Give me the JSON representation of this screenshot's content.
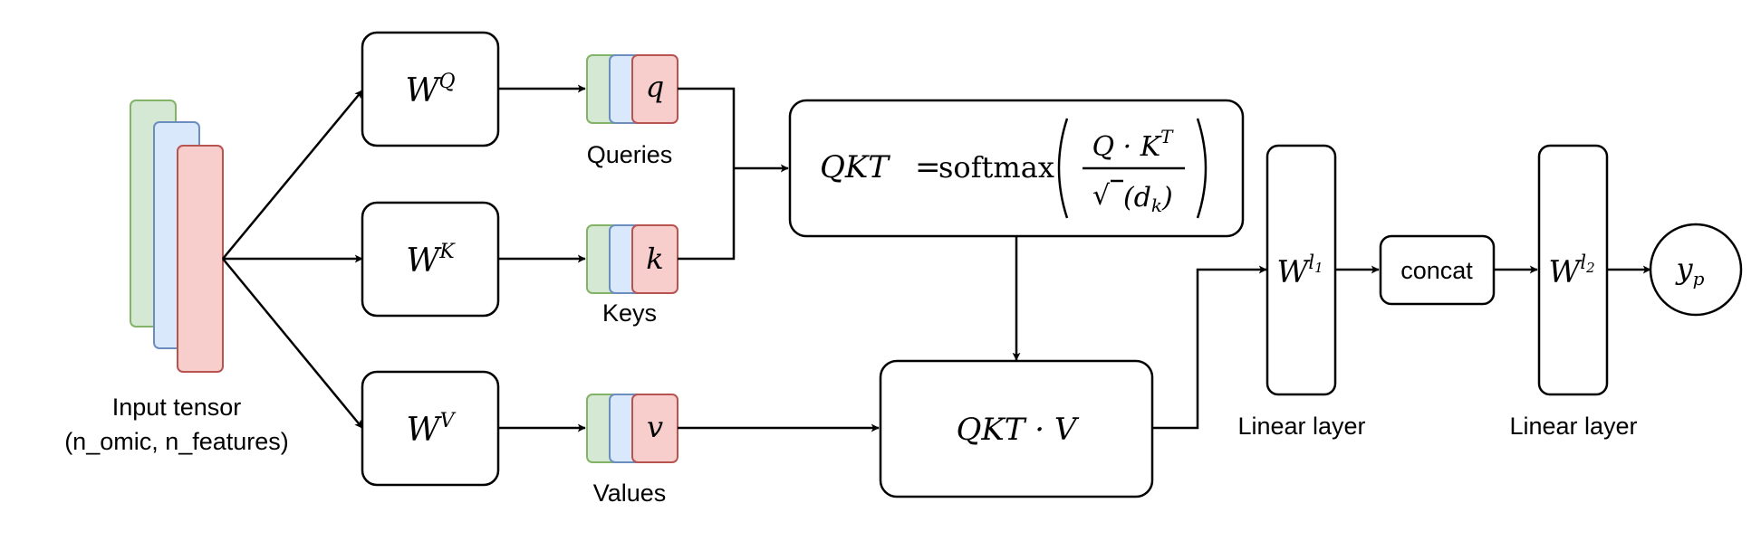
{
  "input": {
    "label_line1": "Input tensor",
    "label_line2": "(n_omic, n_features)"
  },
  "weights": {
    "q": {
      "base": "W",
      "sup": "Q"
    },
    "k": {
      "base": "W",
      "sup": "K"
    },
    "v": {
      "base": "W",
      "sup": "V"
    }
  },
  "projections": {
    "queries": {
      "symbol": "q",
      "label": "Queries"
    },
    "keys": {
      "symbol": "k",
      "label": "Keys"
    },
    "values": {
      "symbol": "v",
      "label": "Values"
    }
  },
  "attention": {
    "lhs": "QKT",
    "eq": "=",
    "func": "softmax",
    "numerator": "Q · K",
    "numerator_sup": "T",
    "denominator": "(d",
    "denominator_sub": "k",
    "denominator_close": ")",
    "root": "√"
  },
  "weighted": {
    "text": "QKT · V"
  },
  "linear1": {
    "base": "W",
    "sup": "l",
    "sub": "1",
    "label": "Linear layer"
  },
  "concat": {
    "label": "concat"
  },
  "linear2": {
    "base": "W",
    "sup": "l",
    "sub": "2",
    "label": "Linear layer"
  },
  "output": {
    "base": "y",
    "sub": "p"
  },
  "colors": {
    "green_fill": "#d5e8d4",
    "green_stroke": "#82b366",
    "blue_fill": "#dae8fc",
    "blue_stroke": "#6c8ebf",
    "red_fill": "#f8cecc",
    "red_stroke": "#b85450"
  }
}
